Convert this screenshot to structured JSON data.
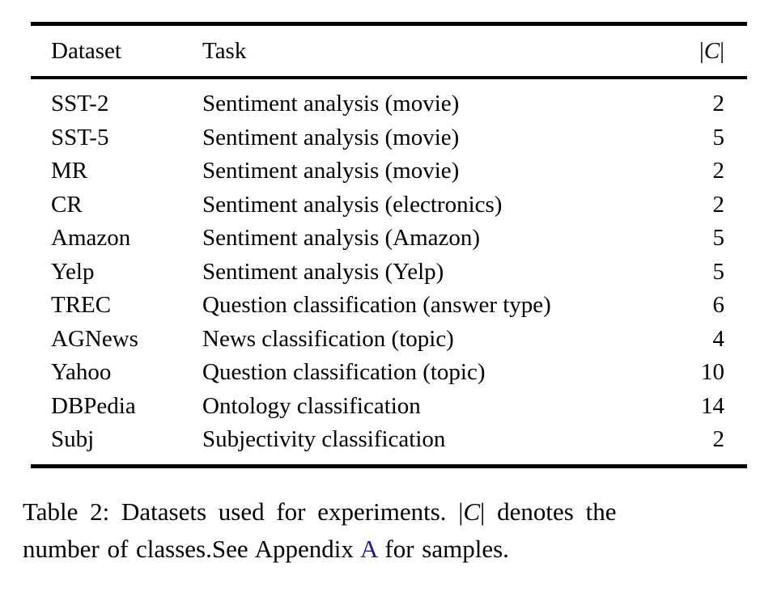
{
  "table": {
    "header": {
      "dataset": "Dataset",
      "task": "Task",
      "classes_open": "|",
      "classes_letter": "C",
      "classes_close": "|"
    },
    "rows": [
      {
        "dataset": "SST-2",
        "task": "Sentiment analysis (movie)",
        "classes": "2"
      },
      {
        "dataset": "SST-5",
        "task": "Sentiment analysis (movie)",
        "classes": "5"
      },
      {
        "dataset": "MR",
        "task": "Sentiment analysis (movie)",
        "classes": "2"
      },
      {
        "dataset": "CR",
        "task": "Sentiment analysis (electronics)",
        "classes": "2"
      },
      {
        "dataset": "Amazon",
        "task": "Sentiment analysis (Amazon)",
        "classes": "5"
      },
      {
        "dataset": "Yelp",
        "task": "Sentiment analysis (Yelp)",
        "classes": "5"
      },
      {
        "dataset": "TREC",
        "task": "Question classification (answer type)",
        "classes": "6"
      },
      {
        "dataset": "AGNews",
        "task": "News classification (topic)",
        "classes": "4"
      },
      {
        "dataset": "Yahoo",
        "task": "Question classification (topic)",
        "classes": "10"
      },
      {
        "dataset": "DBPedia",
        "task": "Ontology classification",
        "classes": "14"
      },
      {
        "dataset": "Subj",
        "task": "Subjectivity classification",
        "classes": "2"
      }
    ]
  },
  "caption": {
    "line1_before": "Table 2: Datasets used for experiments. ",
    "c_open": "|",
    "c_letter": "C",
    "c_close": "|",
    "line1_after": " denotes the",
    "line2_before": "number of classes.See Appendix ",
    "appendix_link": "A",
    "line2_after": " for samples.",
    "link_color": "#1a1a9e",
    "text_color": "#000000"
  }
}
